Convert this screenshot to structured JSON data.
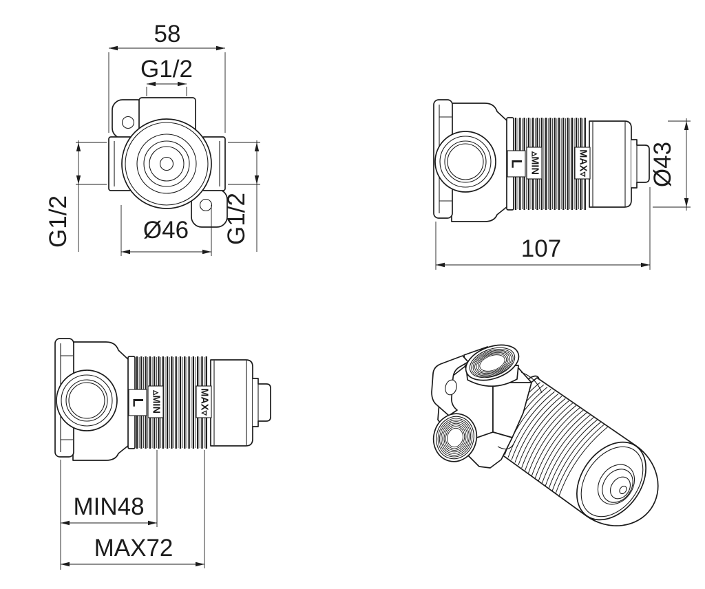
{
  "front": {
    "dim_width": "58",
    "dim_thread_top": "G1/2",
    "dim_thread_left": "G1/2",
    "dim_thread_right": "G1/2",
    "dim_face_diameter": "Ø46"
  },
  "side": {
    "marking_l": "L",
    "marking_min": "▵MIN",
    "marking_max": "MAX▿",
    "dim_diameter": "Ø43",
    "dim_length": "107"
  },
  "install": {
    "dim_min_depth": "MIN48",
    "dim_max_depth": "MAX72"
  },
  "colors": {
    "line": "#1c1c1c",
    "background": "#ffffff"
  }
}
